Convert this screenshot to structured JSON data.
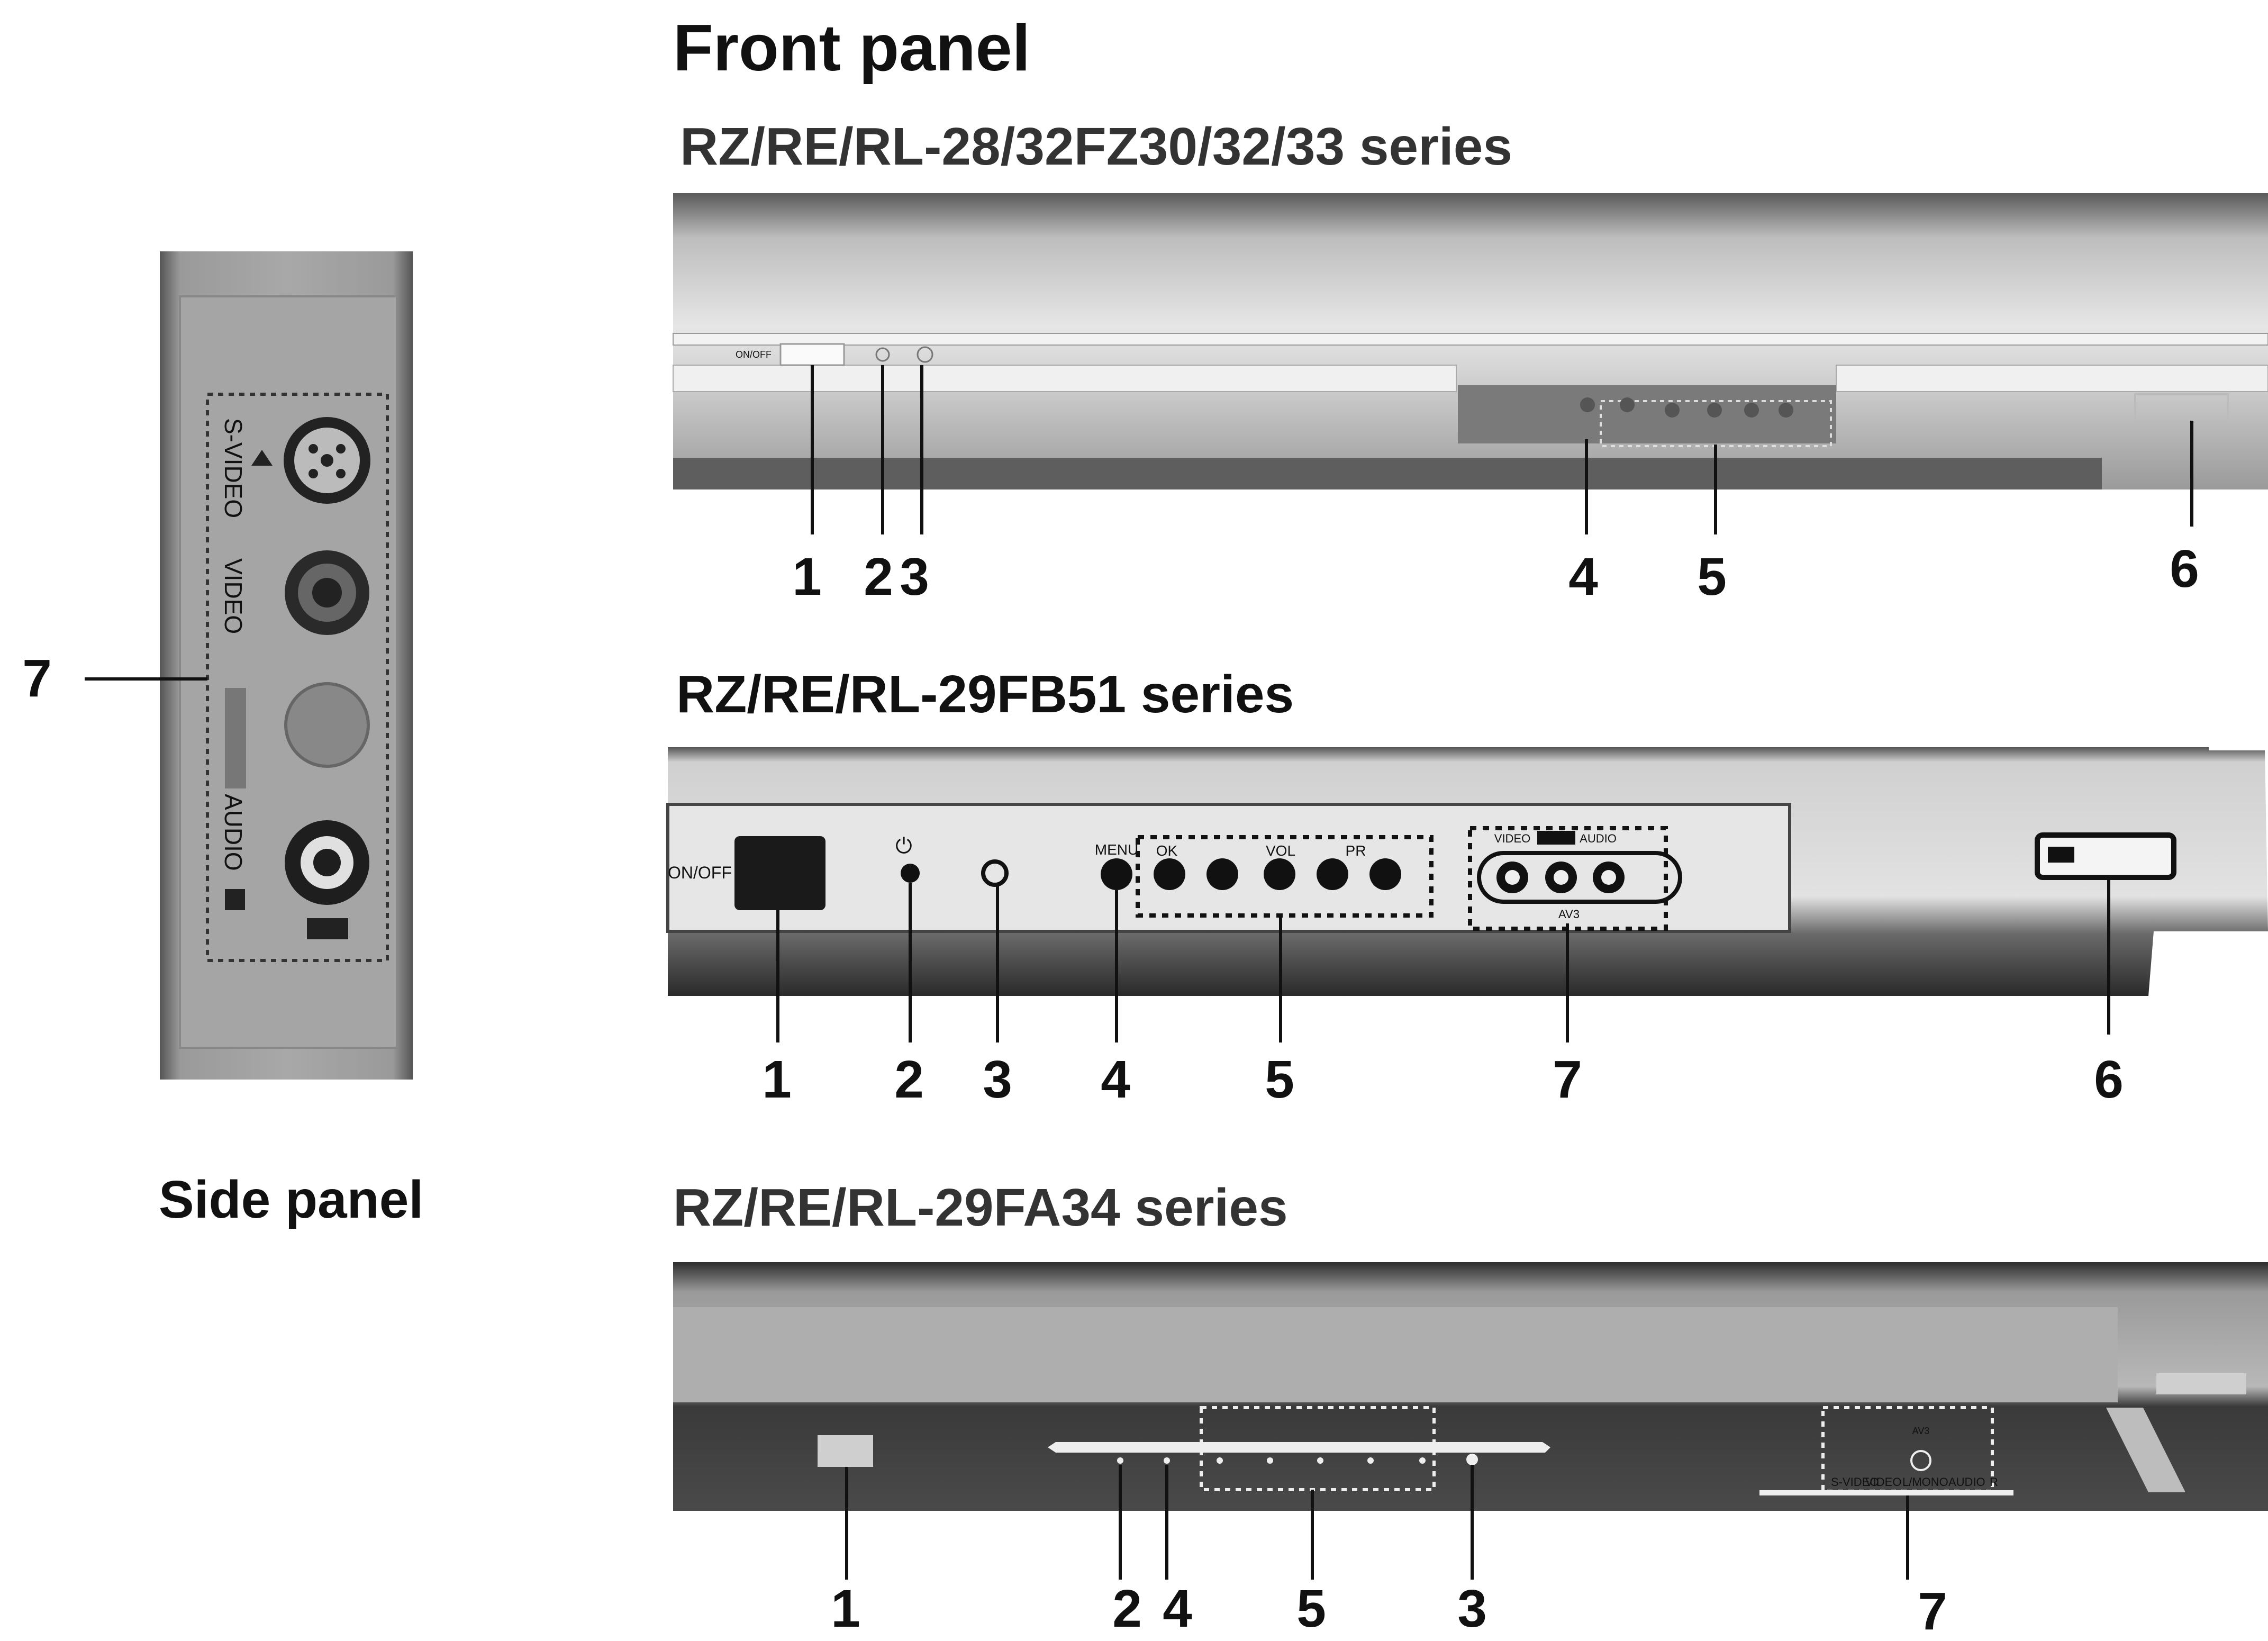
{
  "page": {
    "title": "Front panel",
    "side_panel_title": "Side panel"
  },
  "side_panel": {
    "callout_number": "7",
    "labels": {
      "svideo": "S-VIDEO",
      "video": "VIDEO",
      "audio": "AUDIO"
    }
  },
  "panels": [
    {
      "series": "RZ/RE/RL-28/32FZ30/32/33 series",
      "button_labels": {
        "onoff": "ON/OFF"
      },
      "callouts": [
        "1",
        "2",
        "3",
        "4",
        "5",
        "6"
      ]
    },
    {
      "series": "RZ/RE/RL-29FB51 series",
      "button_labels": {
        "onoff": "ON/OFF",
        "menu": "MENU",
        "ok": "OK",
        "vol": "VOL",
        "pr": "PR",
        "video": "VIDEO",
        "audio": "AUDIO",
        "av": "AV3"
      },
      "callouts": [
        "1",
        "2",
        "3",
        "4",
        "5",
        "7",
        "6"
      ]
    },
    {
      "series": "RZ/RE/RL-29FA34 series",
      "button_labels": {
        "svideo": "S-VIDEO",
        "video": "VIDEO",
        "lmono": "L/MONO",
        "audio": "AUDIO",
        "r": "R",
        "av": "AV3"
      },
      "callouts": [
        "1",
        "2",
        "4",
        "5",
        "3",
        "7"
      ]
    }
  ],
  "colors": {
    "panel_dark": "#3a3a3a",
    "panel_light": "#d8d8d8",
    "panel_mid": "#8a8a8a",
    "button": "#111111"
  }
}
